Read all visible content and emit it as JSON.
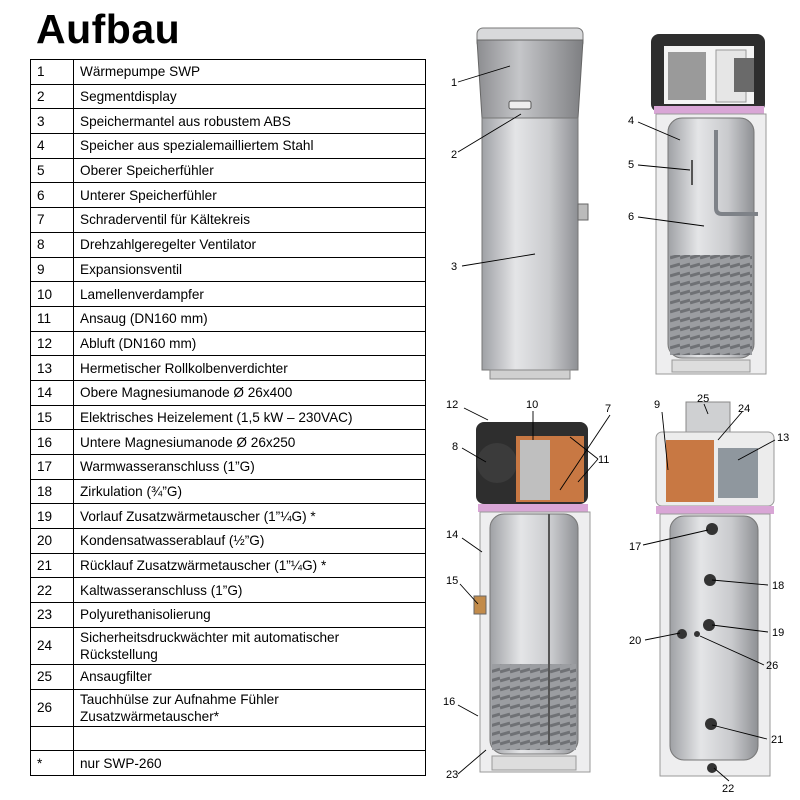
{
  "title": "Aufbau",
  "parts": [
    {
      "num": "1",
      "text": "Wärmepumpe SWP"
    },
    {
      "num": "2",
      "text": "Segmentdisplay"
    },
    {
      "num": "3",
      "text": "Speichermantel aus robustem ABS"
    },
    {
      "num": "4",
      "text": "Speicher aus spezialemailliertem Stahl"
    },
    {
      "num": "5",
      "text": "Oberer Speicherfühler"
    },
    {
      "num": "6",
      "text": "Unterer Speicherfühler"
    },
    {
      "num": "7",
      "text": "Schraderventil für Kältekreis"
    },
    {
      "num": "8",
      "text": "Drehzahlgeregelter Ventilator"
    },
    {
      "num": "9",
      "text": "Expansionsventil"
    },
    {
      "num": "10",
      "text": "Lamellenverdampfer"
    },
    {
      "num": "11",
      "text": "Ansaug (DN160 mm)"
    },
    {
      "num": "12",
      "text": "Abluft (DN160 mm)"
    },
    {
      "num": "13",
      "text": "Hermetischer Rollkolbenverdichter"
    },
    {
      "num": "14",
      "text": "Obere Magnesiumanode Ø 26x400"
    },
    {
      "num": "15",
      "text": "Elektrisches Heizelement (1,5 kW – 230VAC)"
    },
    {
      "num": "16",
      "text": "Untere Magnesiumanode Ø 26x250"
    },
    {
      "num": "17",
      "text": "Warmwasseranschluss (1”G)"
    },
    {
      "num": "18",
      "text": "Zirkulation (¾”G)"
    },
    {
      "num": "19",
      "text": "Vorlauf Zusatzwärmetauscher (1”¼G) *"
    },
    {
      "num": "20",
      "text": "Kondensatwasserablauf (½”G)"
    },
    {
      "num": "21",
      "text": "Rücklauf Zusatzwärmetauscher (1”¼G) *"
    },
    {
      "num": "22",
      "text": "Kaltwasseranschluss (1”G)"
    },
    {
      "num": "23",
      "text": "Polyurethanisolierung"
    },
    {
      "num": "24",
      "text": "Sicherheitsdruckwächter mit automatischer Rückstellung"
    },
    {
      "num": "25",
      "text": "Ansaugfilter"
    },
    {
      "num": "26",
      "text": "Tauchhülse zur Aufnahme Fühler Zusatzwärmetauscher*"
    },
    {
      "num": "",
      "text": ""
    },
    {
      "num": "*",
      "text": "nur SWP-260"
    }
  ],
  "callouts": {
    "c1": "1",
    "c2": "2",
    "c3": "3",
    "c4": "4",
    "c5": "5",
    "c6": "6",
    "c7": "7",
    "c8": "8",
    "c9": "9",
    "c10": "10",
    "c11": "11",
    "c12": "12",
    "c13": "13",
    "c14": "14",
    "c15": "15",
    "c16": "16",
    "c17": "17",
    "c18": "18",
    "c19": "19",
    "c20": "20",
    "c21": "21",
    "c22": "22",
    "c23": "23",
    "c24": "24",
    "c25": "25",
    "c26": "26"
  },
  "colors": {
    "tank_body": "#c8c9cc",
    "cap_dark": "#2b2b2b",
    "pink_ring": "#d9a6d6",
    "coil": "#8a8a8a"
  }
}
